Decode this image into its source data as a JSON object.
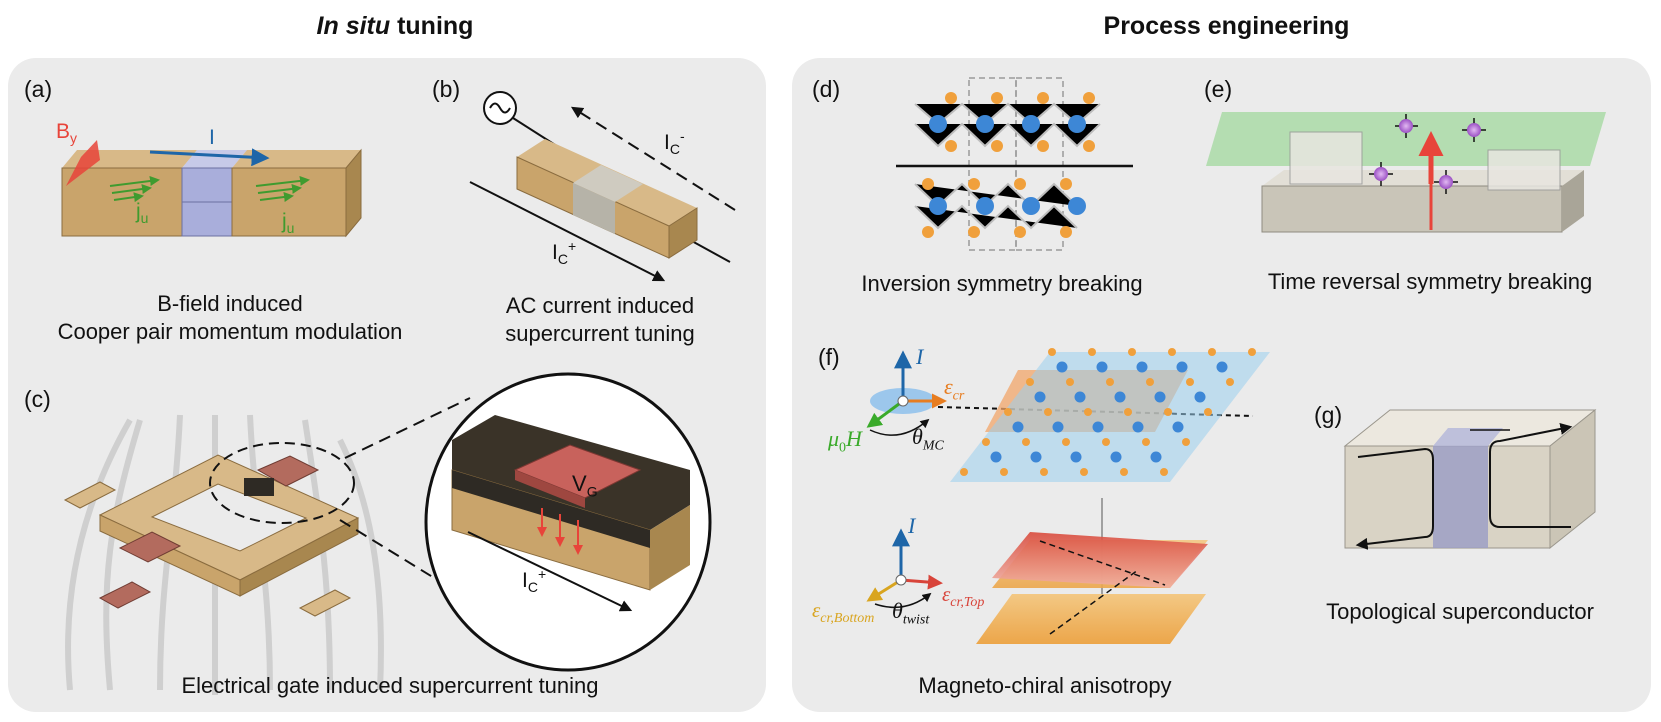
{
  "headings": {
    "in_situ_italic": "In situ",
    "in_situ_rest": " tuning",
    "process": "Process engineering"
  },
  "panel_labels": {
    "a": "(a)",
    "b": "(b)",
    "c": "(c)",
    "d": "(d)",
    "e": "(e)",
    "f": "(f)",
    "g": "(g)"
  },
  "captions": {
    "a_line1": "B-field induced",
    "a_line2": "Cooper pair momentum modulation",
    "b_line1": "AC current induced",
    "b_line2": "supercurrent tuning",
    "c": "Electrical gate induced supercurrent tuning",
    "d": "Inversion symmetry breaking",
    "e": "Time reversal symmetry breaking",
    "f": "Magneto-chiral anisotropy",
    "g": "Topological superconductor"
  },
  "symbols": {
    "a_by": "B",
    "a_by_sub": "y",
    "a_current": "I",
    "a_ju": "j",
    "a_ju_sub": "u",
    "b_ic": "I",
    "b_ic_sub": "C",
    "b_minus": "-",
    "b_plus": "+",
    "c_vg": "V",
    "c_vg_sub": "G",
    "c_ic": "I",
    "c_ic_sub": "C",
    "c_plus": "+",
    "f_I": "I",
    "f_eps": "ε",
    "f_cr": "cr",
    "f_mu": "μ",
    "f_mu_sub": "0",
    "f_H": "H",
    "f_theta": "θ",
    "f_mc": "MC",
    "f_twist": "twist",
    "f_cr_top": "cr,Top",
    "f_cr_bottom": "cr,Bottom"
  },
  "colors": {
    "panel_bg": "#ebebeb",
    "superconductor_tan": "#c9a46b",
    "barrier_blue": "#a9aedb",
    "field_red": "#e8443a",
    "current_blue": "#1e66a8",
    "ju_green": "#3f9b2f",
    "atom_blue": "#3d87d6",
    "atom_orange": "#f0a03c",
    "gate_red": "#c8625c",
    "plane_green": "#8fd48a",
    "eps_orange": "#e77d20",
    "eps_top_red": "#d8443a",
    "eps_bottom_gold": "#d9a520",
    "mu_green": "#3aaa2a"
  }
}
